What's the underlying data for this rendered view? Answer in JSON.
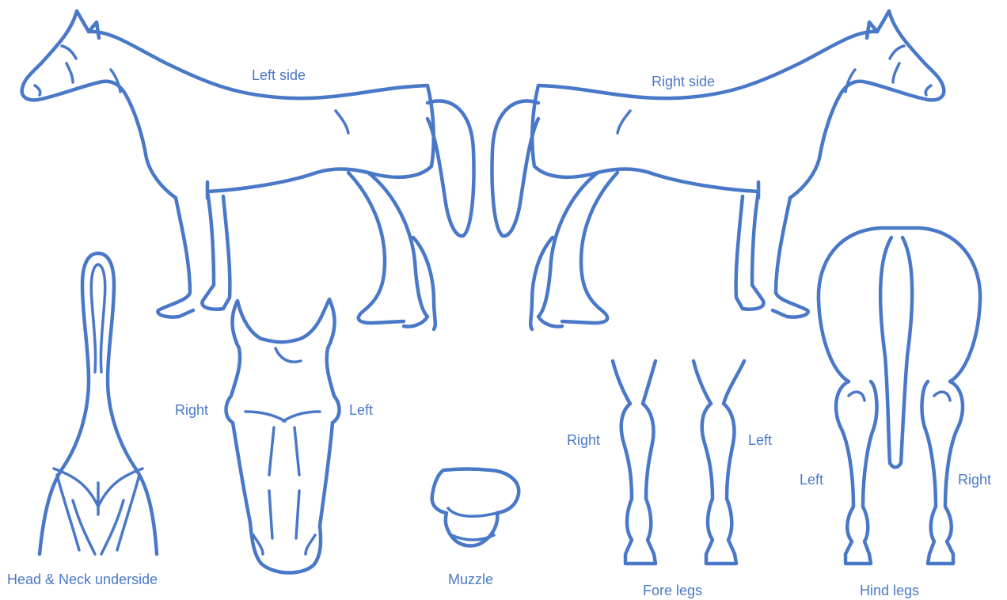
{
  "colors": {
    "ink": "#4a78c8",
    "background": "#ffffff"
  },
  "labels": {
    "left_side": "Left side",
    "right_side": "Right side",
    "head_neck_underside": "Head & Neck underside",
    "face_right": "Right",
    "face_left": "Left",
    "muzzle": "Muzzle",
    "fore_right": "Right",
    "fore_left": "Left",
    "fore_legs": "Fore legs",
    "hind_left": "Left",
    "hind_right": "Right",
    "hind_legs": "Hind legs"
  }
}
